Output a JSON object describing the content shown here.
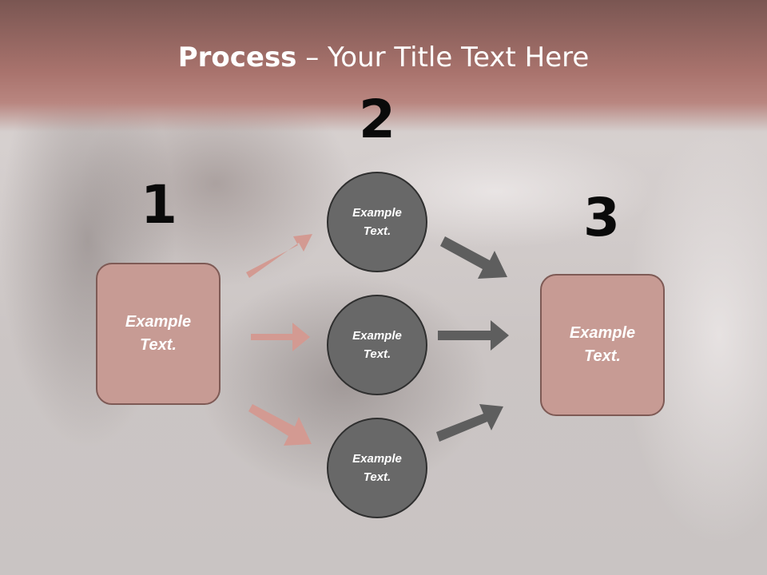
{
  "title": {
    "bold": "Process",
    "rest": " – Your Title Text Here"
  },
  "steps": {
    "one": "1",
    "two": "2",
    "three": "3"
  },
  "left_box": {
    "text": "Example Text."
  },
  "right_box": {
    "text": "Example Text."
  },
  "circles": [
    {
      "text": "Example Text."
    },
    {
      "text": "Example Text."
    },
    {
      "text": "Example Text."
    }
  ],
  "colors": {
    "title_band": "#a9736d",
    "box_fill": "#c79b94",
    "box_border": "#7e5a55",
    "circle_fill": "#686868",
    "arrow_pink": "#d39a92",
    "arrow_gray": "#5e5e5e"
  }
}
